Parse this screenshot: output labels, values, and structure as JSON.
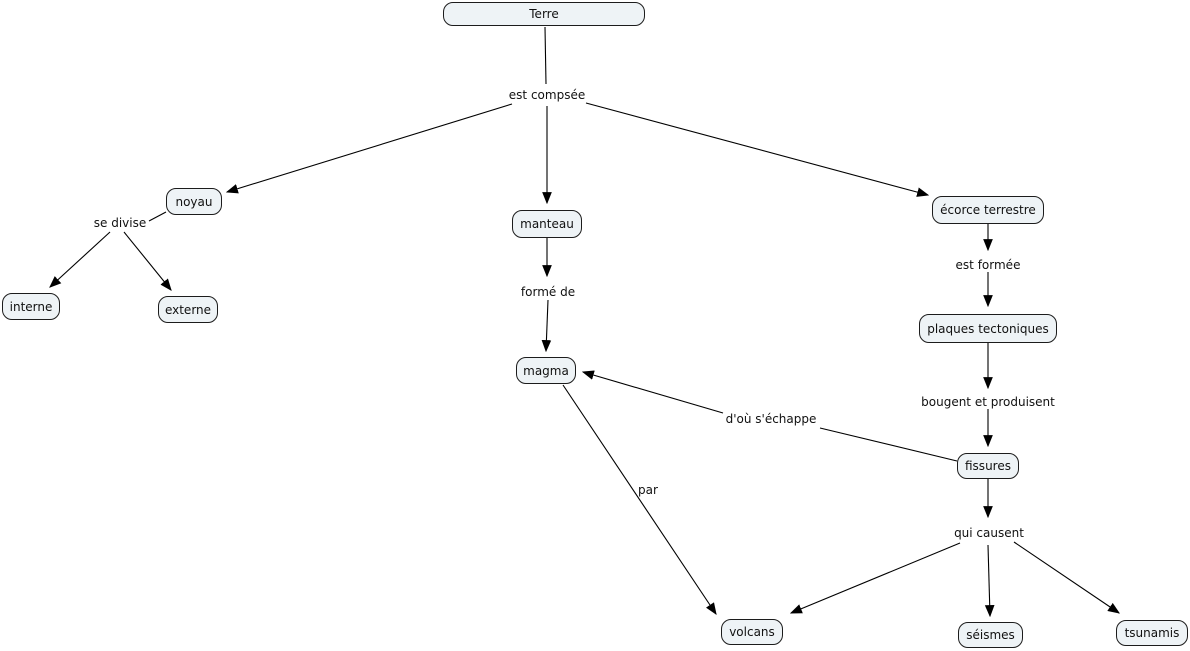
{
  "diagram": {
    "title_node": "Terre",
    "nodes": {
      "terre": "Terre",
      "noyau": "noyau",
      "interne": "interne",
      "externe": "externe",
      "manteau": "manteau",
      "magma": "magma",
      "ecorce": "écorce terrestre",
      "plaques": "plaques tectoniques",
      "fissures": "fissures",
      "volcans": "volcans",
      "seismes": "séismes",
      "tsunamis": "tsunamis"
    },
    "edge_labels": {
      "est_compsee": "est compsée",
      "se_divise": "se divise",
      "forme_de": "formé de",
      "est_formee": "est formée",
      "bougent": "bougent et produisent",
      "dou_sechappe": "d'où s'échappe",
      "par": "par",
      "qui_causent": "qui causent"
    },
    "relations": [
      {
        "from": "Terre",
        "label": "est compsée",
        "to": [
          "noyau",
          "manteau",
          "écorce terrestre"
        ]
      },
      {
        "from": "noyau",
        "label": "se divise",
        "to": [
          "interne",
          "externe"
        ]
      },
      {
        "from": "manteau",
        "label": "formé de",
        "to": [
          "magma"
        ]
      },
      {
        "from": "écorce terrestre",
        "label": "est formée",
        "to": [
          "plaques tectoniques"
        ]
      },
      {
        "from": "plaques tectoniques",
        "label": "bougent et produisent",
        "to": [
          "fissures"
        ]
      },
      {
        "from": "fissures",
        "label": "d'où s'échappe",
        "to": [
          "magma"
        ]
      },
      {
        "from": "magma",
        "label": "par",
        "to": [
          "volcans"
        ]
      },
      {
        "from": "fissures",
        "label": "qui causent",
        "to": [
          "volcans",
          "séismes",
          "tsunamis"
        ]
      }
    ],
    "colors": {
      "node_fill": "#eef3f6",
      "node_border": "#1c1c1c",
      "line": "#000000",
      "background": "#ffffff"
    }
  }
}
